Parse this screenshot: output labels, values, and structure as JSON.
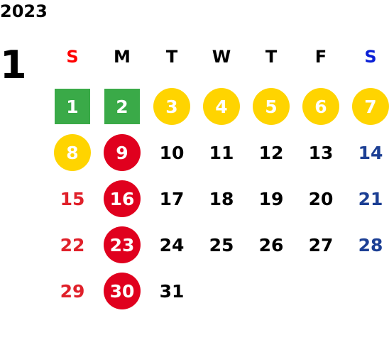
{
  "year": "2023",
  "month": "1",
  "colors": {
    "black": "#000000",
    "red_text": "#e0202a",
    "blue_text": "#1c3f94",
    "sat_header_blue": "#0a1fd6",
    "sun_header_red": "#ff0000",
    "holiday_green": "#3aaa48",
    "yellow_circle": "#ffd400",
    "red_circle": "#e0001e",
    "white": "#ffffff"
  },
  "weekdays": [
    {
      "label": "S",
      "style": "sun"
    },
    {
      "label": "M",
      "style": "normal"
    },
    {
      "label": "T",
      "style": "normal"
    },
    {
      "label": "W",
      "style": "normal"
    },
    {
      "label": "T",
      "style": "normal"
    },
    {
      "label": "F",
      "style": "normal"
    },
    {
      "label": "S",
      "style": "sat"
    }
  ],
  "days": [
    {
      "day": "1",
      "style": "green-square"
    },
    {
      "day": "2",
      "style": "green-square"
    },
    {
      "day": "3",
      "style": "yellow-circle"
    },
    {
      "day": "4",
      "style": "yellow-circle"
    },
    {
      "day": "5",
      "style": "yellow-circle"
    },
    {
      "day": "6",
      "style": "yellow-circle"
    },
    {
      "day": "7",
      "style": "yellow-circle"
    },
    {
      "day": "8",
      "style": "yellow-circle"
    },
    {
      "day": "9",
      "style": "red-circle"
    },
    {
      "day": "10",
      "style": "normal"
    },
    {
      "day": "11",
      "style": "normal"
    },
    {
      "day": "12",
      "style": "normal"
    },
    {
      "day": "13",
      "style": "normal"
    },
    {
      "day": "14",
      "style": "blue-text"
    },
    {
      "day": "15",
      "style": "red-text"
    },
    {
      "day": "16",
      "style": "red-circle"
    },
    {
      "day": "17",
      "style": "normal"
    },
    {
      "day": "18",
      "style": "normal"
    },
    {
      "day": "19",
      "style": "normal"
    },
    {
      "day": "20",
      "style": "normal"
    },
    {
      "day": "21",
      "style": "blue-text"
    },
    {
      "day": "22",
      "style": "red-text"
    },
    {
      "day": "23",
      "style": "red-circle"
    },
    {
      "day": "24",
      "style": "normal"
    },
    {
      "day": "25",
      "style": "normal"
    },
    {
      "day": "26",
      "style": "normal"
    },
    {
      "day": "27",
      "style": "normal"
    },
    {
      "day": "28",
      "style": "blue-text"
    },
    {
      "day": "29",
      "style": "red-text"
    },
    {
      "day": "30",
      "style": "red-circle"
    },
    {
      "day": "31",
      "style": "normal"
    }
  ]
}
